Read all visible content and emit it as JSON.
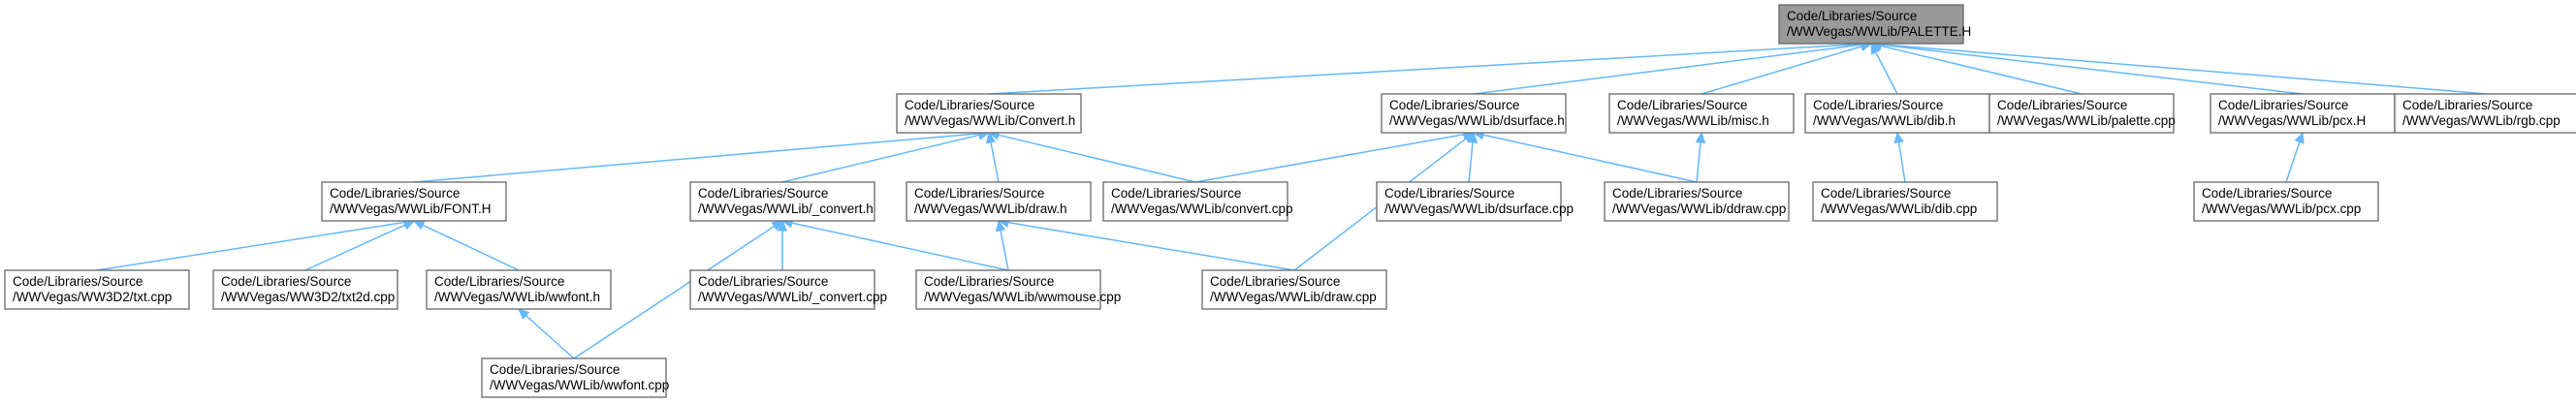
{
  "graph": {
    "nodes": [
      {
        "id": "palette_h",
        "line1": "Code/Libraries/Source",
        "line2": "/WWVegas/WWLib/PALETTE.H",
        "root": true
      },
      {
        "id": "convert_h",
        "line1": "Code/Libraries/Source",
        "line2": "/WWVegas/WWLib/Convert.h"
      },
      {
        "id": "dsurface_h",
        "line1": "Code/Libraries/Source",
        "line2": "/WWVegas/WWLib/dsurface.h"
      },
      {
        "id": "misc_h",
        "line1": "Code/Libraries/Source",
        "line2": "/WWVegas/WWLib/misc.h"
      },
      {
        "id": "dib_h",
        "line1": "Code/Libraries/Source",
        "line2": "/WWVegas/WWLib/dib.h"
      },
      {
        "id": "palette_cpp",
        "line1": "Code/Libraries/Source",
        "line2": "/WWVegas/WWLib/palette.cpp"
      },
      {
        "id": "pcx_h",
        "line1": "Code/Libraries/Source",
        "line2": "/WWVegas/WWLib/pcx.H"
      },
      {
        "id": "rgb_cpp",
        "line1": "Code/Libraries/Source",
        "line2": "/WWVegas/WWLib/rgb.cpp"
      },
      {
        "id": "font_h",
        "line1": "Code/Libraries/Source",
        "line2": "/WWVegas/WWLib/FONT.H"
      },
      {
        "id": "_convert_h",
        "line1": "Code/Libraries/Source",
        "line2": "/WWVegas/WWLib/_convert.h"
      },
      {
        "id": "draw_h",
        "line1": "Code/Libraries/Source",
        "line2": "/WWVegas/WWLib/draw.h"
      },
      {
        "id": "convert_cpp",
        "line1": "Code/Libraries/Source",
        "line2": "/WWVegas/WWLib/convert.cpp"
      },
      {
        "id": "dsurface_cpp",
        "line1": "Code/Libraries/Source",
        "line2": "/WWVegas/WWLib/dsurface.cpp"
      },
      {
        "id": "ddraw_cpp",
        "line1": "Code/Libraries/Source",
        "line2": "/WWVegas/WWLib/ddraw.cpp"
      },
      {
        "id": "dib_cpp",
        "line1": "Code/Libraries/Source",
        "line2": "/WWVegas/WWLib/dib.cpp"
      },
      {
        "id": "pcx_cpp",
        "line1": "Code/Libraries/Source",
        "line2": "/WWVegas/WWLib/pcx.cpp"
      },
      {
        "id": "txt_cpp",
        "line1": "Code/Libraries/Source",
        "line2": "/WWVegas/WW3D2/txt.cpp"
      },
      {
        "id": "txt2d_cpp",
        "line1": "Code/Libraries/Source",
        "line2": "/WWVegas/WW3D2/txt2d.cpp"
      },
      {
        "id": "wwfont_h",
        "line1": "Code/Libraries/Source",
        "line2": "/WWVegas/WWLib/wwfont.h"
      },
      {
        "id": "_convert_cpp",
        "line1": "Code/Libraries/Source",
        "line2": "/WWVegas/WWLib/_convert.cpp"
      },
      {
        "id": "wwmouse_cpp",
        "line1": "Code/Libraries/Source",
        "line2": "/WWVegas/WWLib/wwmouse.cpp"
      },
      {
        "id": "draw_cpp",
        "line1": "Code/Libraries/Source",
        "line2": "/WWVegas/WWLib/draw.cpp"
      },
      {
        "id": "wwfont_cpp",
        "line1": "Code/Libraries/Source",
        "line2": "/WWVegas/WWLib/wwfont.cpp"
      }
    ],
    "edges": [
      {
        "from": "convert_h",
        "to": "palette_h"
      },
      {
        "from": "dsurface_h",
        "to": "palette_h"
      },
      {
        "from": "misc_h",
        "to": "palette_h"
      },
      {
        "from": "dib_h",
        "to": "palette_h"
      },
      {
        "from": "palette_cpp",
        "to": "palette_h"
      },
      {
        "from": "pcx_h",
        "to": "palette_h"
      },
      {
        "from": "rgb_cpp",
        "to": "palette_h"
      },
      {
        "from": "font_h",
        "to": "convert_h"
      },
      {
        "from": "_convert_h",
        "to": "convert_h"
      },
      {
        "from": "draw_h",
        "to": "convert_h"
      },
      {
        "from": "convert_cpp",
        "to": "convert_h"
      },
      {
        "from": "convert_cpp",
        "to": "dsurface_h"
      },
      {
        "from": "dsurface_cpp",
        "to": "dsurface_h"
      },
      {
        "from": "ddraw_cpp",
        "to": "dsurface_h"
      },
      {
        "from": "draw_cpp",
        "to": "dsurface_h"
      },
      {
        "from": "ddraw_cpp",
        "to": "misc_h"
      },
      {
        "from": "dib_cpp",
        "to": "dib_h"
      },
      {
        "from": "pcx_cpp",
        "to": "pcx_h"
      },
      {
        "from": "txt_cpp",
        "to": "font_h"
      },
      {
        "from": "txt2d_cpp",
        "to": "font_h"
      },
      {
        "from": "wwfont_h",
        "to": "font_h"
      },
      {
        "from": "_convert_cpp",
        "to": "_convert_h"
      },
      {
        "from": "wwmouse_cpp",
        "to": "_convert_h"
      },
      {
        "from": "wwfont_cpp",
        "to": "_convert_h"
      },
      {
        "from": "wwmouse_cpp",
        "to": "draw_h"
      },
      {
        "from": "draw_cpp",
        "to": "draw_h"
      },
      {
        "from": "wwfont_cpp",
        "to": "wwfont_h"
      }
    ]
  }
}
